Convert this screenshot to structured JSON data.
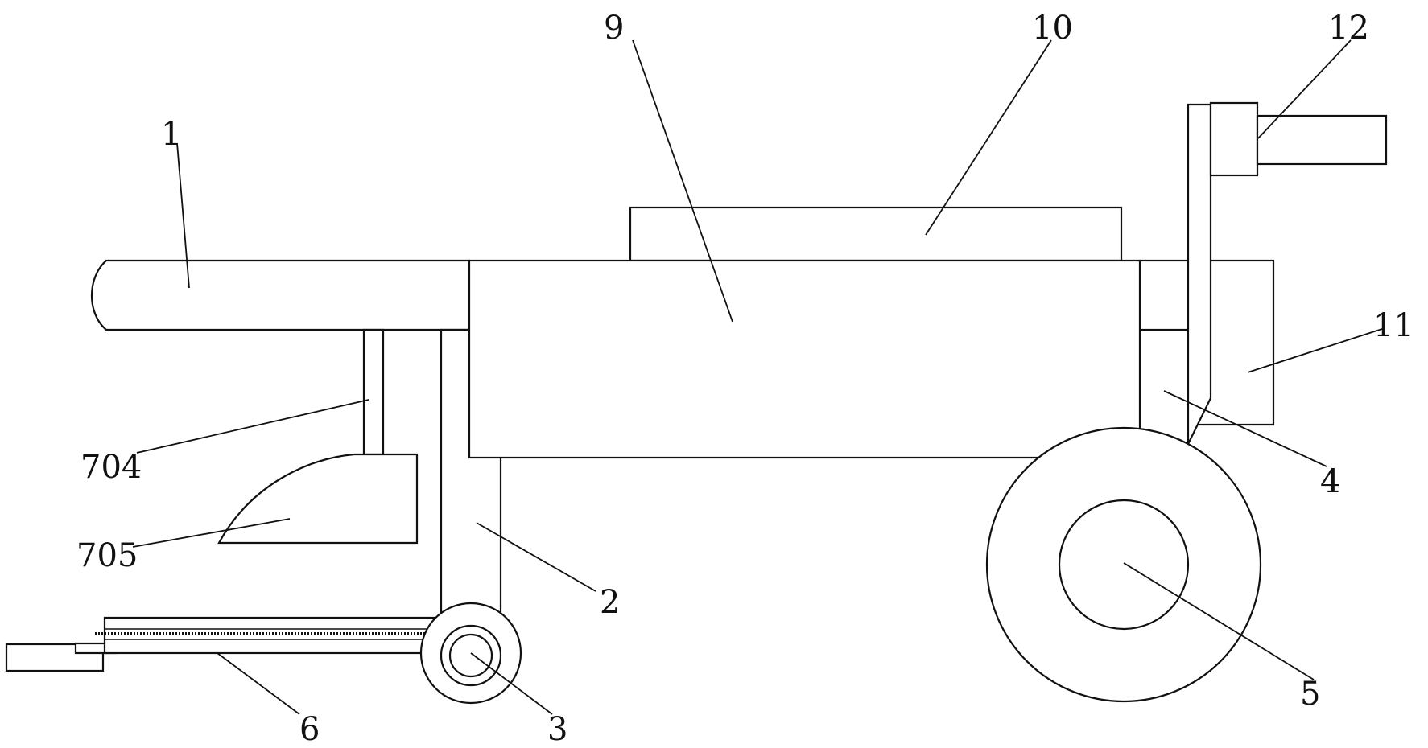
{
  "figure": {
    "callouts": [
      {
        "id": "c1",
        "text": "1"
      },
      {
        "id": "c2",
        "text": "2"
      },
      {
        "id": "c3",
        "text": "3"
      },
      {
        "id": "c4",
        "text": "4"
      },
      {
        "id": "c5",
        "text": "5"
      },
      {
        "id": "c6",
        "text": "6"
      },
      {
        "id": "c9",
        "text": "9"
      },
      {
        "id": "c10",
        "text": "10"
      },
      {
        "id": "c11",
        "text": "11"
      },
      {
        "id": "c12",
        "text": "12"
      },
      {
        "id": "c704",
        "text": "704"
      },
      {
        "id": "c705",
        "text": "705"
      }
    ]
  }
}
